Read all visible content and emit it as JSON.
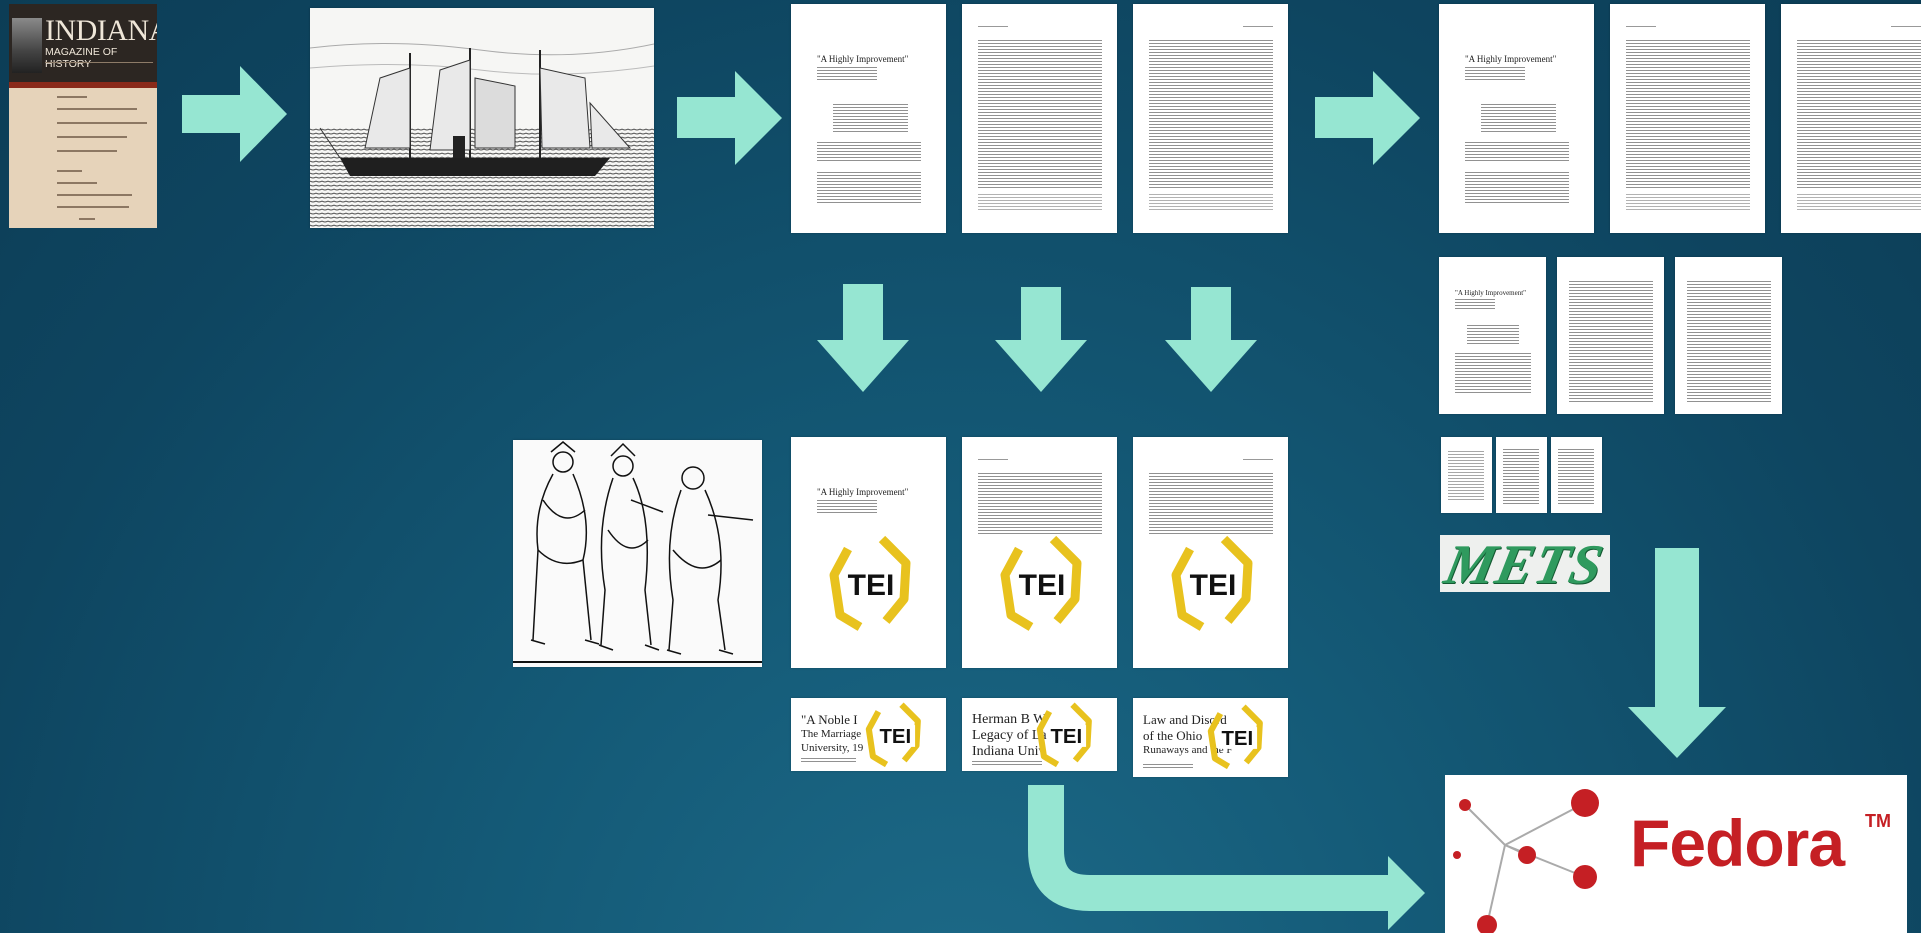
{
  "cover": {
    "title": "INDIANA",
    "subtitle": "MAGAZINE OF HISTORY"
  },
  "page_title": "\"A Highly Improvement\"",
  "mets_label": "METS",
  "tei_label": "TEI",
  "strips": [
    {
      "line1": "\"A Noble I",
      "line2": "The Marriage",
      "line3": "University, 19"
    },
    {
      "line1": "Herman B W",
      "line2": "Legacy of La",
      "line3": "Indiana Univ"
    },
    {
      "line1": "Law and Disord",
      "line2": "of the Ohio",
      "line3": "Runaways and the F"
    }
  ],
  "fedora": {
    "label": "Fedora",
    "tm": "TM"
  },
  "colors": {
    "arrow": "#96e6d2",
    "background": "#124f6b",
    "tei_yellow": "#e8c21e",
    "fedora_red": "#c51f24",
    "mets_green": "#2f9a5e"
  }
}
